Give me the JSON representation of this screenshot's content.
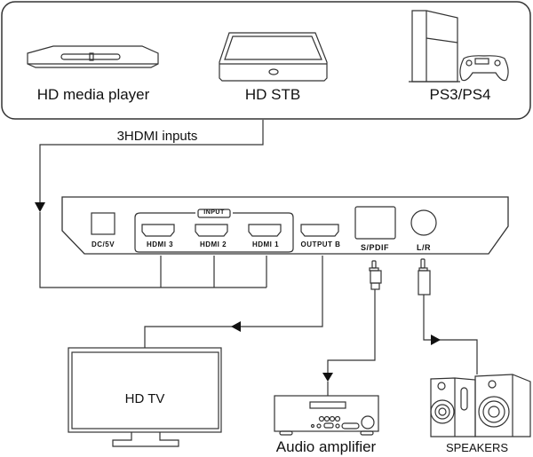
{
  "sources": {
    "title": "Source devices",
    "items": [
      {
        "label": "HD media player",
        "icon": "media-player-icon"
      },
      {
        "label": "HD STB",
        "icon": "set-top-box-icon"
      },
      {
        "label": "PS3/PS4",
        "icon": "game-console-icon"
      }
    ],
    "connection_label": "3HDMI inputs"
  },
  "device": {
    "ports": {
      "dc": "DC/5V",
      "input_group": "INPUT",
      "hdmi3": "HDMI 3",
      "hdmi2": "HDMI 2",
      "hdmi1": "HDMI 1",
      "output_b": "OUTPUT B",
      "spdif": "S/PDIF",
      "lr": "L/R"
    }
  },
  "outputs": {
    "tv": "HD TV",
    "amplifier": "Audio amplifier",
    "speakers": "SPEAKERS"
  }
}
